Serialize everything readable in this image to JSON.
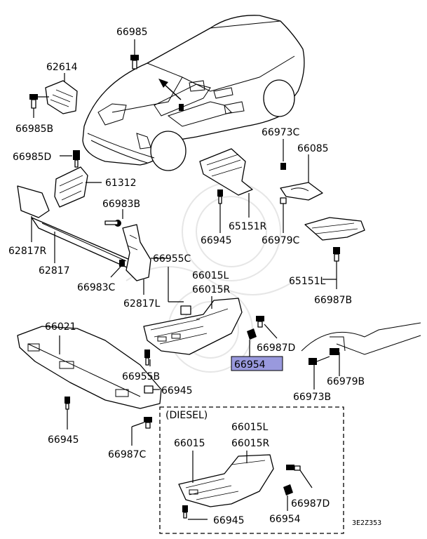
{
  "diagram": {
    "code": "3E2Z353",
    "diesel_label": "(DIESEL)",
    "accent_color": "#9999dd",
    "labels": {
      "l66985": "66985",
      "l62614": "62614",
      "l66985B": "66985B",
      "l66985D": "66985D",
      "l61312": "61312",
      "l66983B": "66983B",
      "l62817R": "62817R",
      "l62817": "62817",
      "l66983C": "66983C",
      "l66955C": "66955C",
      "l62817L": "62817L",
      "l66015L": "66015L",
      "l66015R": "66015R",
      "l66021": "66021",
      "l66955B": "66955B",
      "l66945a": "66945",
      "l66945b": "66945",
      "l66945c": "66945",
      "l66945d": "66945",
      "l66987Ca": "66987C",
      "l66973C": "66973C",
      "l66085": "66085",
      "l65151R": "65151R",
      "l66979C": "66979C",
      "l65151L": "65151L",
      "l66987B": "66987B",
      "l66987Da": "66987D",
      "l66954a": "66954",
      "l66979B": "66979B",
      "l66973B": "66973B",
      "l66015d": "66015",
      "l66015Ld": "66015L",
      "l66015Rd": "66015R",
      "l66987Db": "66987D",
      "l66954b": "66954"
    }
  }
}
